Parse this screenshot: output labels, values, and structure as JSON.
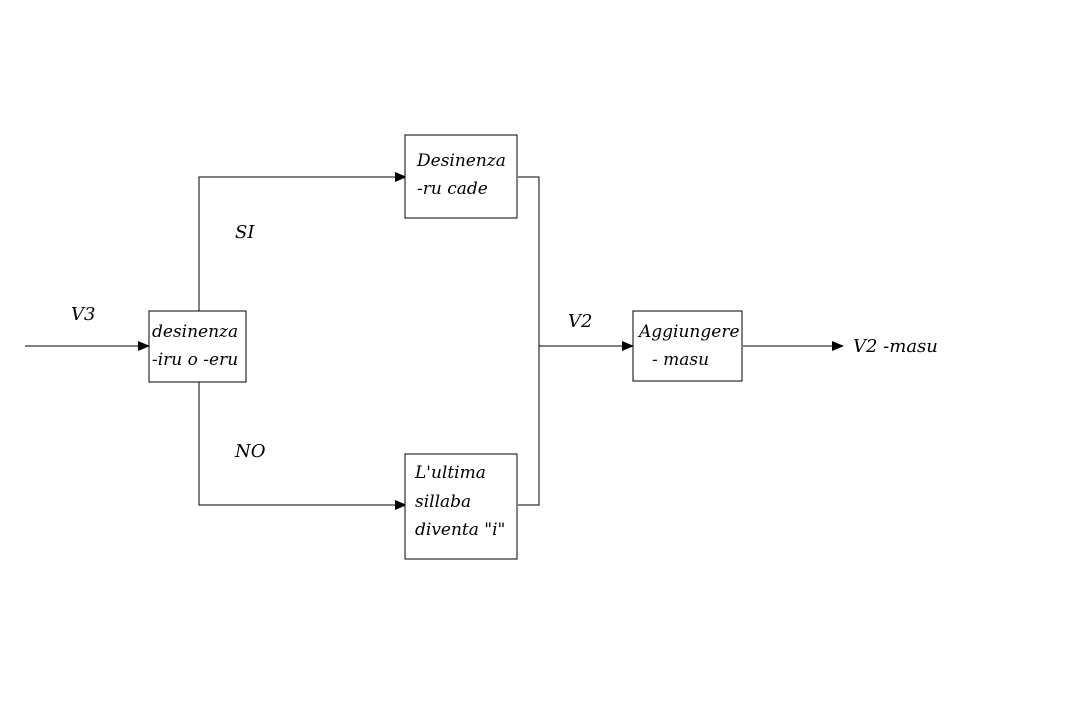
{
  "colors": {
    "background": "#ffffff",
    "stroke": "#000000"
  },
  "nodes": {
    "decision": {
      "line1": "desinenza",
      "line2": "-iru o -eru"
    },
    "drop_ru": {
      "line1": "Desinenza",
      "line2": "-ru cade"
    },
    "last_syllable": {
      "line1": "L'ultima",
      "line2": "sillaba",
      "line3": "diventa \"i\""
    },
    "add_masu": {
      "line1": "Aggiungere",
      "line2": "- masu"
    }
  },
  "labels": {
    "input": "V3",
    "yes": "SI",
    "no": "NO",
    "merge": "V2",
    "output": "V2 -masu"
  }
}
